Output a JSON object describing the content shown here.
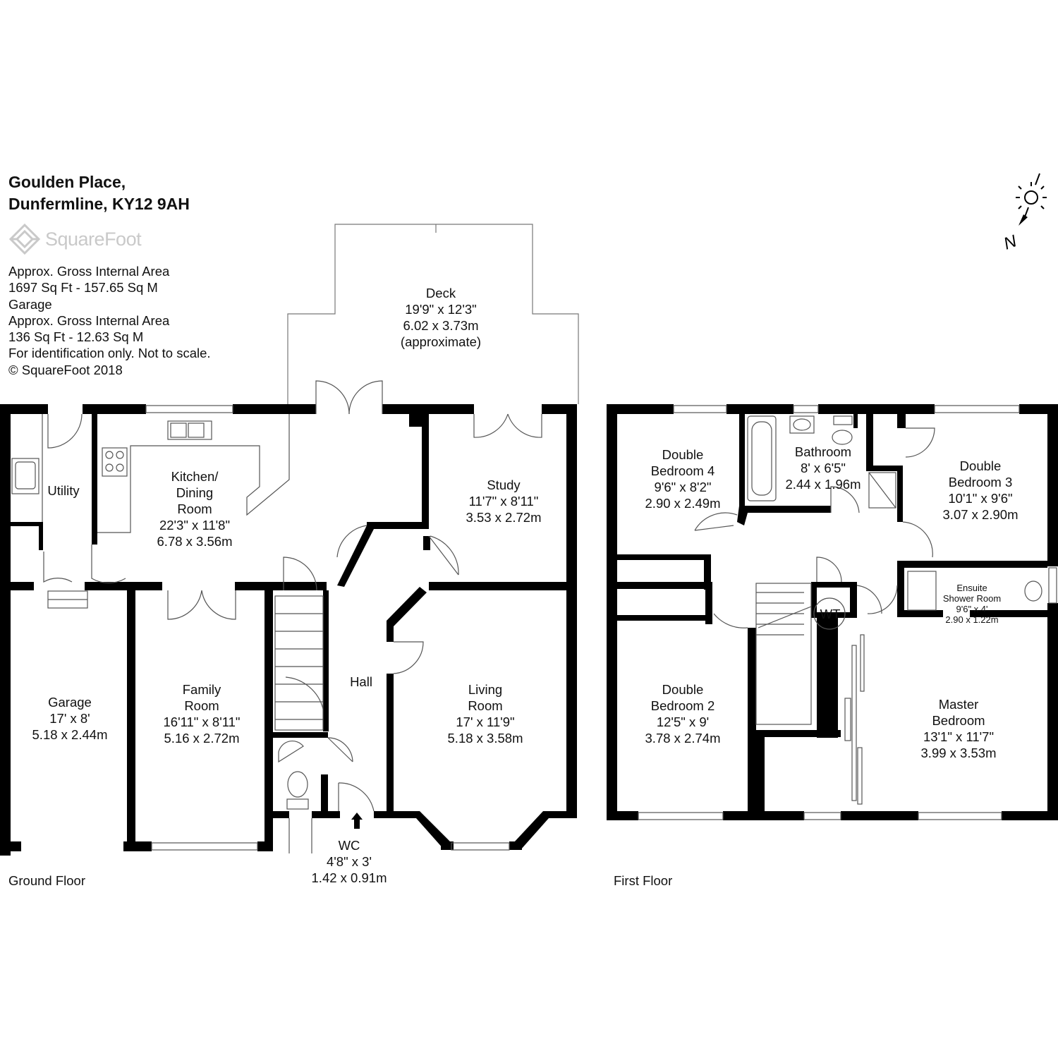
{
  "property": {
    "line1": "Goulden Place,",
    "line2": "Dunfermline, KY12 9AH"
  },
  "logo": {
    "text": "SquareFoot"
  },
  "info": {
    "line1": "Approx. Gross Internal Area",
    "line2": "1697 Sq Ft  -  157.65 Sq M",
    "line3": "Garage",
    "line4": "Approx. Gross Internal Area",
    "line5": "136 Sq Ft  -  12.63 Sq M",
    "line6": "For identification only. Not to scale.",
    "line7": "© SquareFoot 2018"
  },
  "compass": {
    "icon": "north-arrow-sun-icon",
    "letter": "N"
  },
  "floors": {
    "ground": "Ground Floor",
    "first": "First Floor"
  },
  "rooms": {
    "deck": {
      "name": "Deck",
      "imperial": "19'9\" x 12'3\"",
      "metric": "6.02 x 3.73m",
      "note": "(approximate)"
    },
    "utility": {
      "name": "Utility"
    },
    "kitchen": {
      "name1": "Kitchen/",
      "name2": "Dining",
      "name3": "Room",
      "imperial": "22'3\" x 11'8\"",
      "metric": "6.78 x 3.56m"
    },
    "study": {
      "name": "Study",
      "imperial": "11'7\" x 8'11\"",
      "metric": "3.53 x 2.72m"
    },
    "hall": {
      "name": "Hall"
    },
    "garage": {
      "name": "Garage",
      "imperial": "17' x 8'",
      "metric": "5.18 x 2.44m"
    },
    "family": {
      "name1": "Family",
      "name2": "Room",
      "imperial": "16'11\" x 8'11\"",
      "metric": "5.16 x 2.72m"
    },
    "living": {
      "name1": "Living",
      "name2": "Room",
      "imperial": "17' x 11'9\"",
      "metric": "5.18 x 3.58m"
    },
    "wc": {
      "name": "WC",
      "imperial": "4'8\" x 3'",
      "metric": "1.42 x 0.91m"
    },
    "bed4": {
      "name1": "Double",
      "name2": "Bedroom 4",
      "imperial": "9'6\" x 8'2\"",
      "metric": "2.90 x 2.49m"
    },
    "bathroom": {
      "name": "Bathroom",
      "imperial": "8' x 6'5\"",
      "metric": "2.44 x 1.96m"
    },
    "bed3": {
      "name1": "Double",
      "name2": "Bedroom 3",
      "imperial": "10'1\" x 9'6\"",
      "metric": "3.07 x 2.90m"
    },
    "wt": {
      "name": "WT"
    },
    "ensuite": {
      "name1": "Ensuite",
      "name2": "Shower Room",
      "imperial": "9'6\" x 4'",
      "metric": "2.90 x 1.22m"
    },
    "bed2": {
      "name1": "Double",
      "name2": "Bedroom 2",
      "imperial": "12'5\" x 9'",
      "metric": "3.78 x 2.74m"
    },
    "master": {
      "name1": "Master",
      "name2": "Bedroom",
      "imperial": "13'1\" x 11'7\"",
      "metric": "3.99 x 3.53m"
    }
  },
  "colors": {
    "wall": "#000000",
    "line": "#555555",
    "logo": "#c9c9c9"
  }
}
